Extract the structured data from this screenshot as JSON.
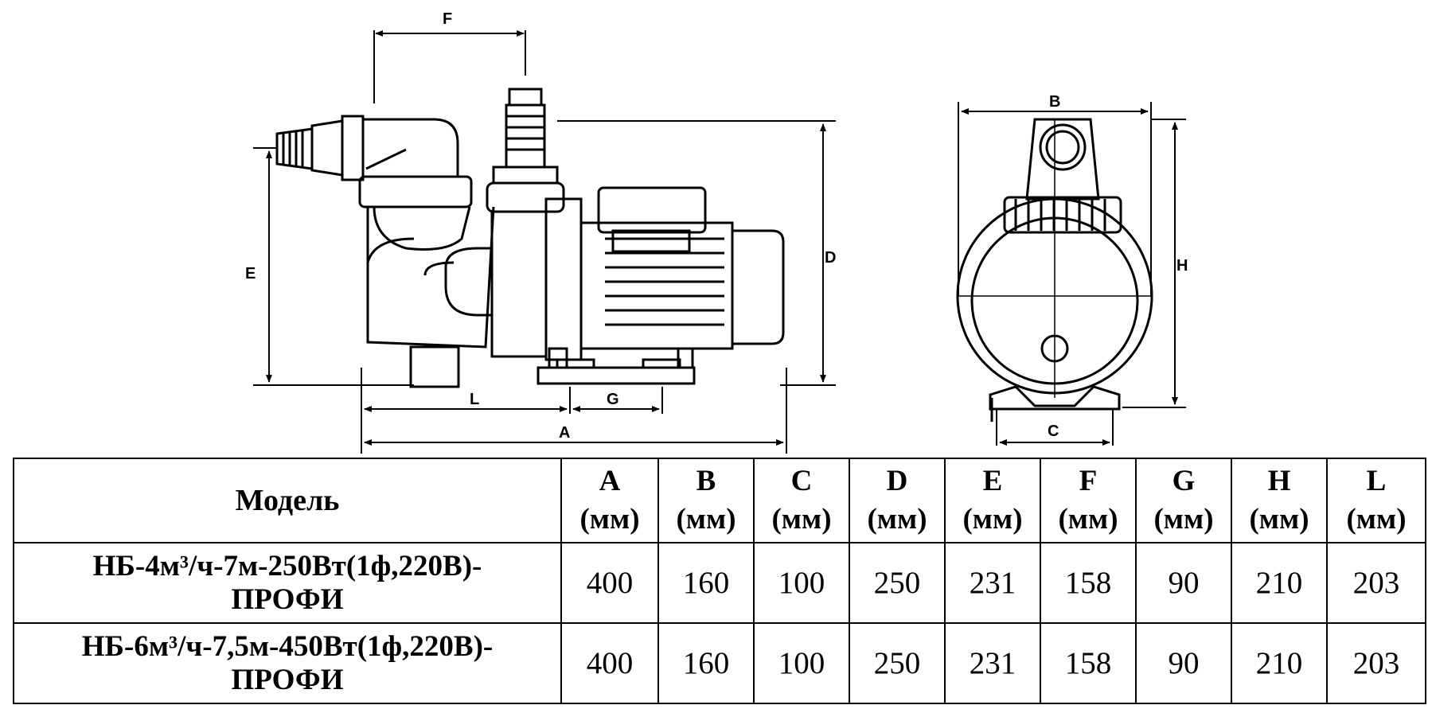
{
  "drawing": {
    "side_view_labels": {
      "F": "F",
      "E": "E",
      "D": "D",
      "L": "L",
      "G": "G",
      "A": "A"
    },
    "front_view_labels": {
      "B": "B",
      "H": "H",
      "C": "C"
    }
  },
  "table": {
    "header_model": "Модель",
    "columns": [
      {
        "letter": "A",
        "unit": "(мм)"
      },
      {
        "letter": "B",
        "unit": "(мм)"
      },
      {
        "letter": "C",
        "unit": "(мм)"
      },
      {
        "letter": "D",
        "unit": "(мм)"
      },
      {
        "letter": "E",
        "unit": "(мм)"
      },
      {
        "letter": "F",
        "unit": "(мм)"
      },
      {
        "letter": "G",
        "unit": "(мм)"
      },
      {
        "letter": "H",
        "unit": "(мм)"
      },
      {
        "letter": "L",
        "unit": "(мм)"
      }
    ],
    "rows": [
      {
        "model_line1": "НБ-4м³/ч-7м-250Вт(1ф,220В)-",
        "model_line2": "ПРОФИ",
        "values": [
          "400",
          "160",
          "100",
          "250",
          "231",
          "158",
          "90",
          "210",
          "203"
        ]
      },
      {
        "model_line1": "НБ-6м³/ч-7,5м-450Вт(1ф,220В)-",
        "model_line2": "ПРОФИ",
        "values": [
          "400",
          "160",
          "100",
          "250",
          "231",
          "158",
          "90",
          "210",
          "203"
        ]
      }
    ]
  }
}
